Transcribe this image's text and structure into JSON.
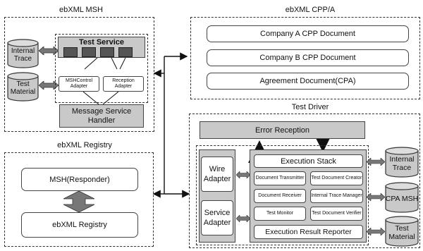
{
  "msh": {
    "title": "ebXML MSH",
    "internal_trace": "Internal Trace",
    "test_material": "Test Material",
    "test_service": "Test Service",
    "mshcontrol_adapter": "MSHControl Adapter",
    "reception_adapter": "Reception Adapter",
    "message_service_handler": "Message Service Handler"
  },
  "cpp": {
    "title": "ebXML CPP/A",
    "docs": [
      "Company A CPP Document",
      "Company B CPP Document",
      "Agreement Document(CPA)"
    ]
  },
  "registry": {
    "title": "ebXML Registry",
    "responder": "MSH(Responder)",
    "registry_box": "ebXML Registry"
  },
  "driver": {
    "title": "Test Driver",
    "error_reception": "Error Reception",
    "wire_adapter": "Wire Adapter",
    "service_adapter": "Service Adapter",
    "execution_stack": "Execution Stack",
    "document_transmitter": "Document Transmitter",
    "test_document_creator": "Test Document Creator",
    "document_receiver": "Document Receiver",
    "internal_trace_manager": "Internal Trace Manager",
    "test_monitor": "Test Monitor",
    "test_document_verifier": "Test Document Verifier",
    "execution_result_reporter": "Execution Result Reporter",
    "internal_trace": "Internal Trace",
    "cpa_msh": "CPA MSH",
    "test_material": "Test Material"
  },
  "colors": {
    "gray": "#c9c9c9",
    "dark_gray": "#777777",
    "line": "#333333"
  }
}
